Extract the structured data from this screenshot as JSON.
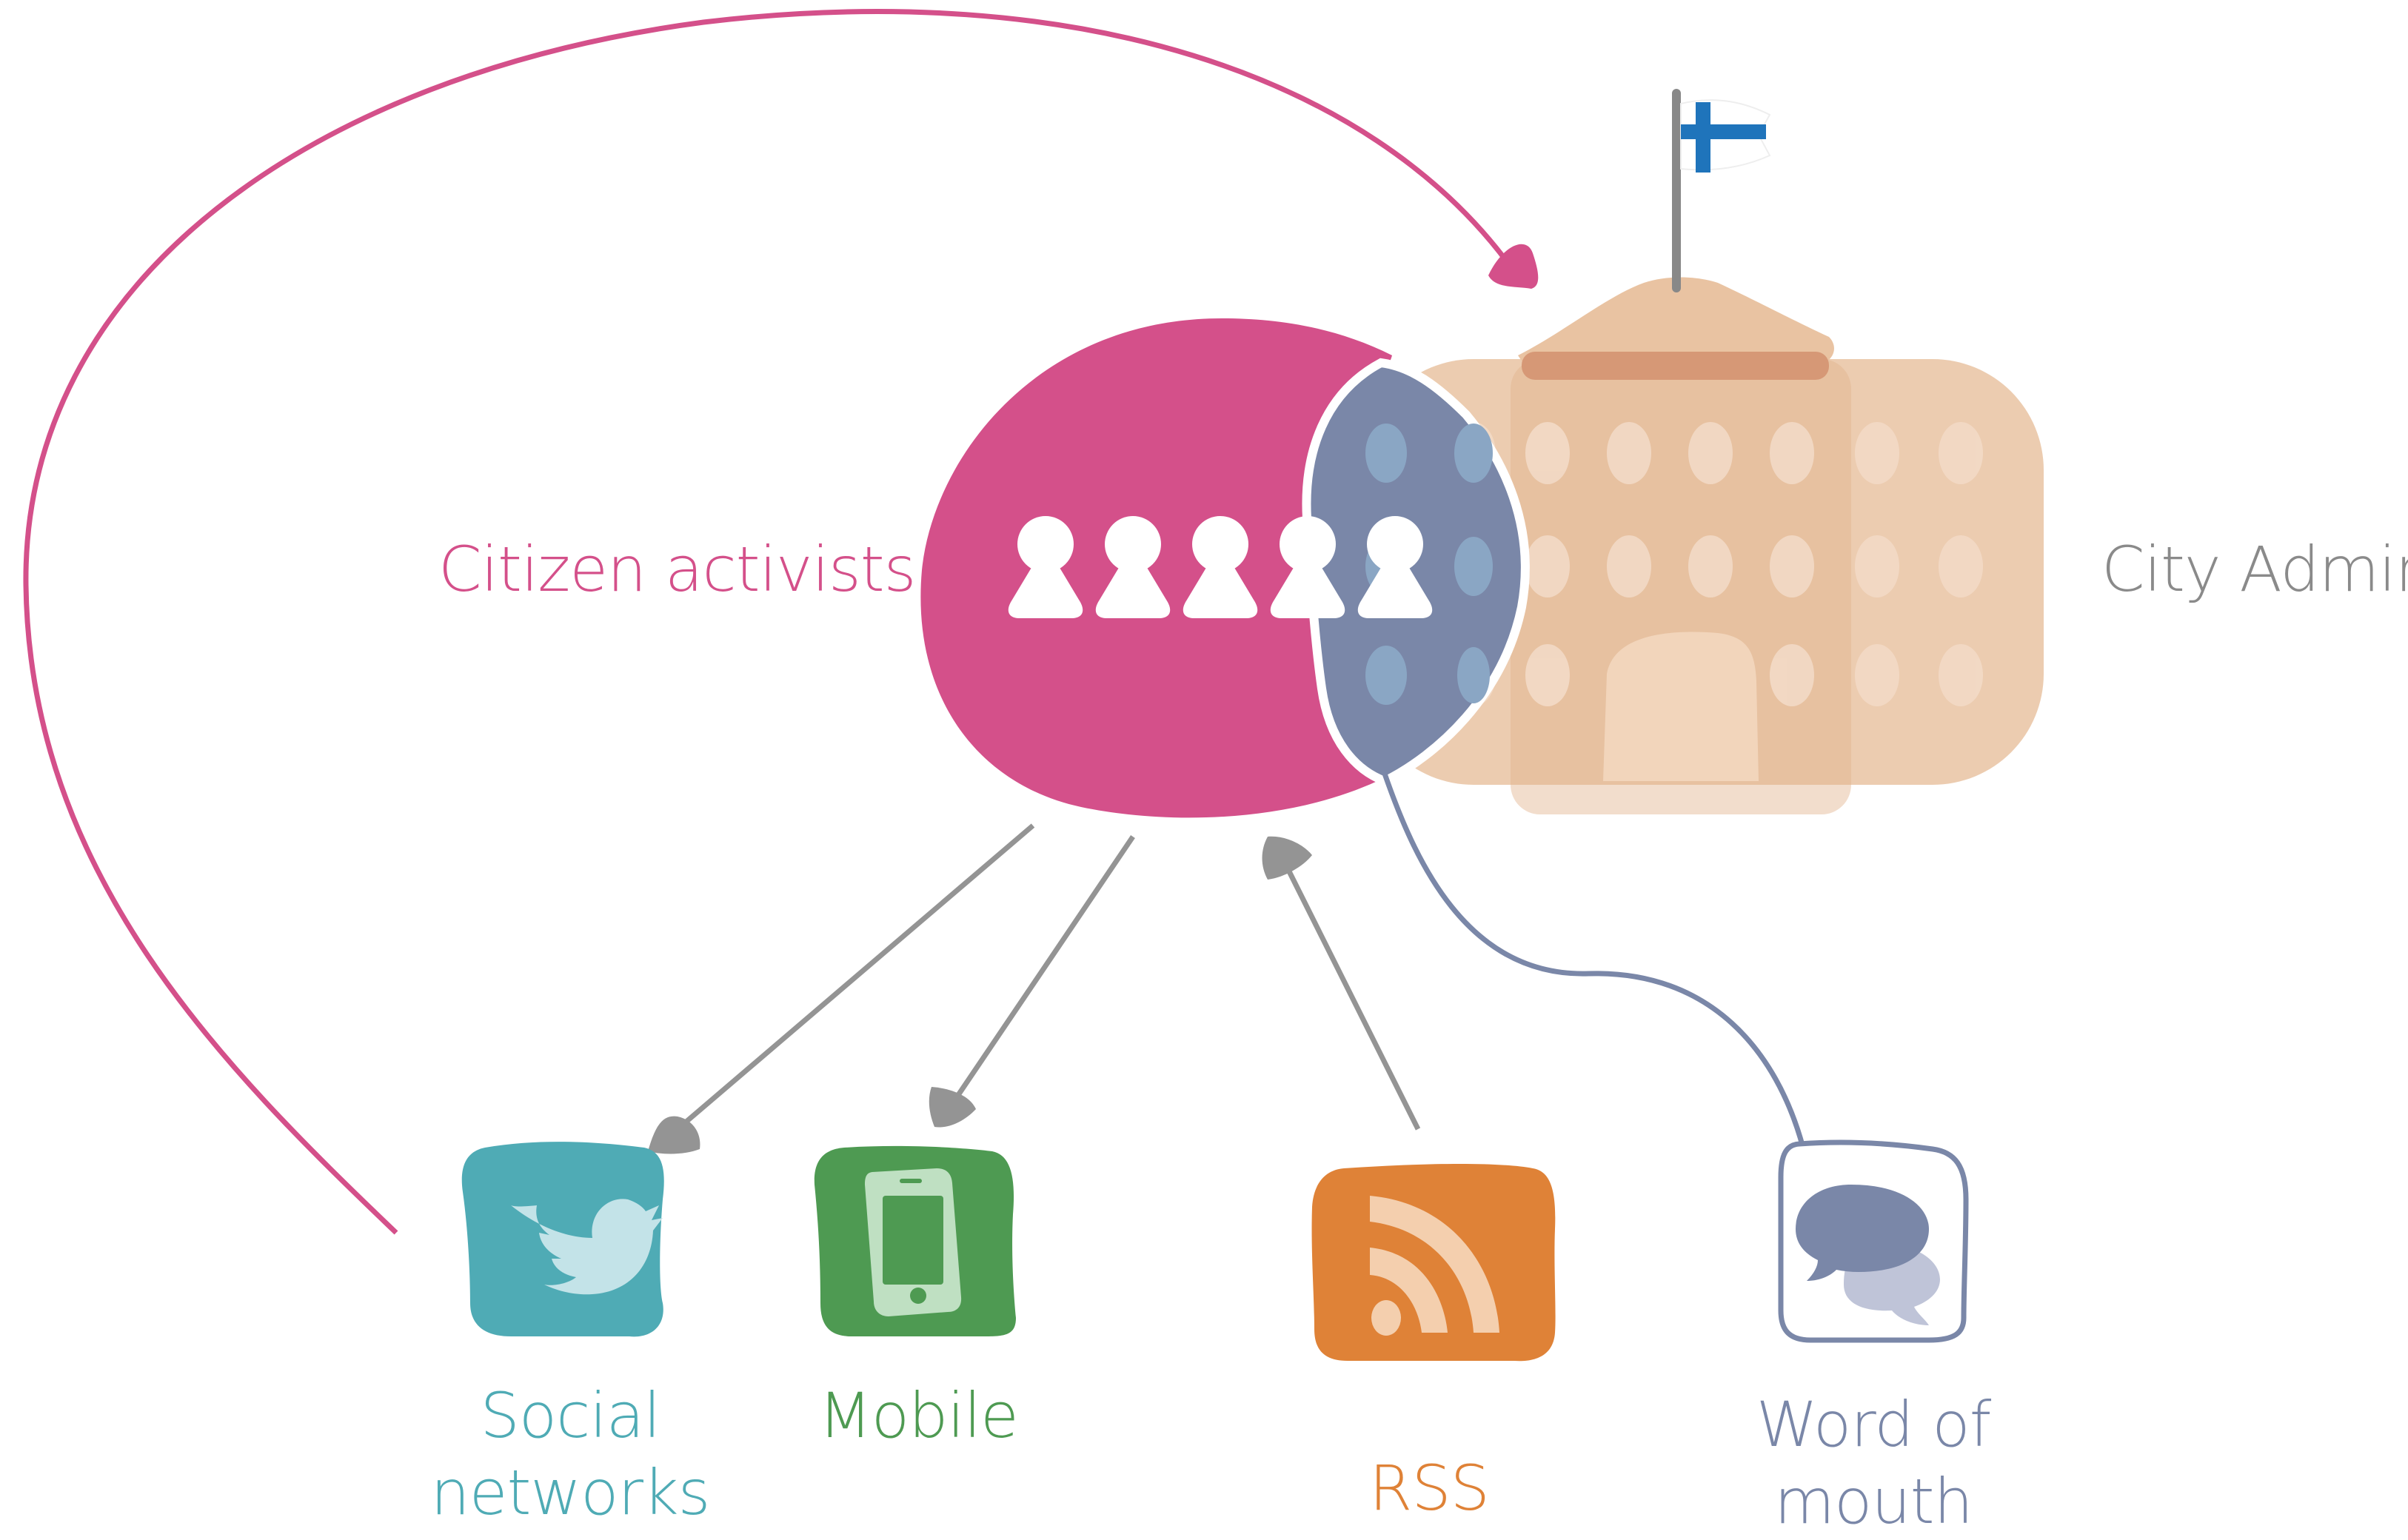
{
  "labels": {
    "citizen": "Citizen activists",
    "city": "City Admin",
    "social_1": "Social",
    "social_2": "networks",
    "mobile": "Mobile",
    "rss": "RSS",
    "word_1": "Word of",
    "word_2": "mouth"
  },
  "colors": {
    "citizen": "#d4508a",
    "city": "#8a8a8a",
    "social": "#4fabb5",
    "mobile": "#4e9a52",
    "rss": "#df8237",
    "word": "#7a87a8",
    "building": "#e9c3a2",
    "overlap": "#7a87a8",
    "arrow": "#949494"
  },
  "icons": [
    "people-icon",
    "building-icon",
    "flag-icon",
    "twitter-bird-icon",
    "phone-icon",
    "rss-feed-icon",
    "speech-bubbles-icon"
  ]
}
